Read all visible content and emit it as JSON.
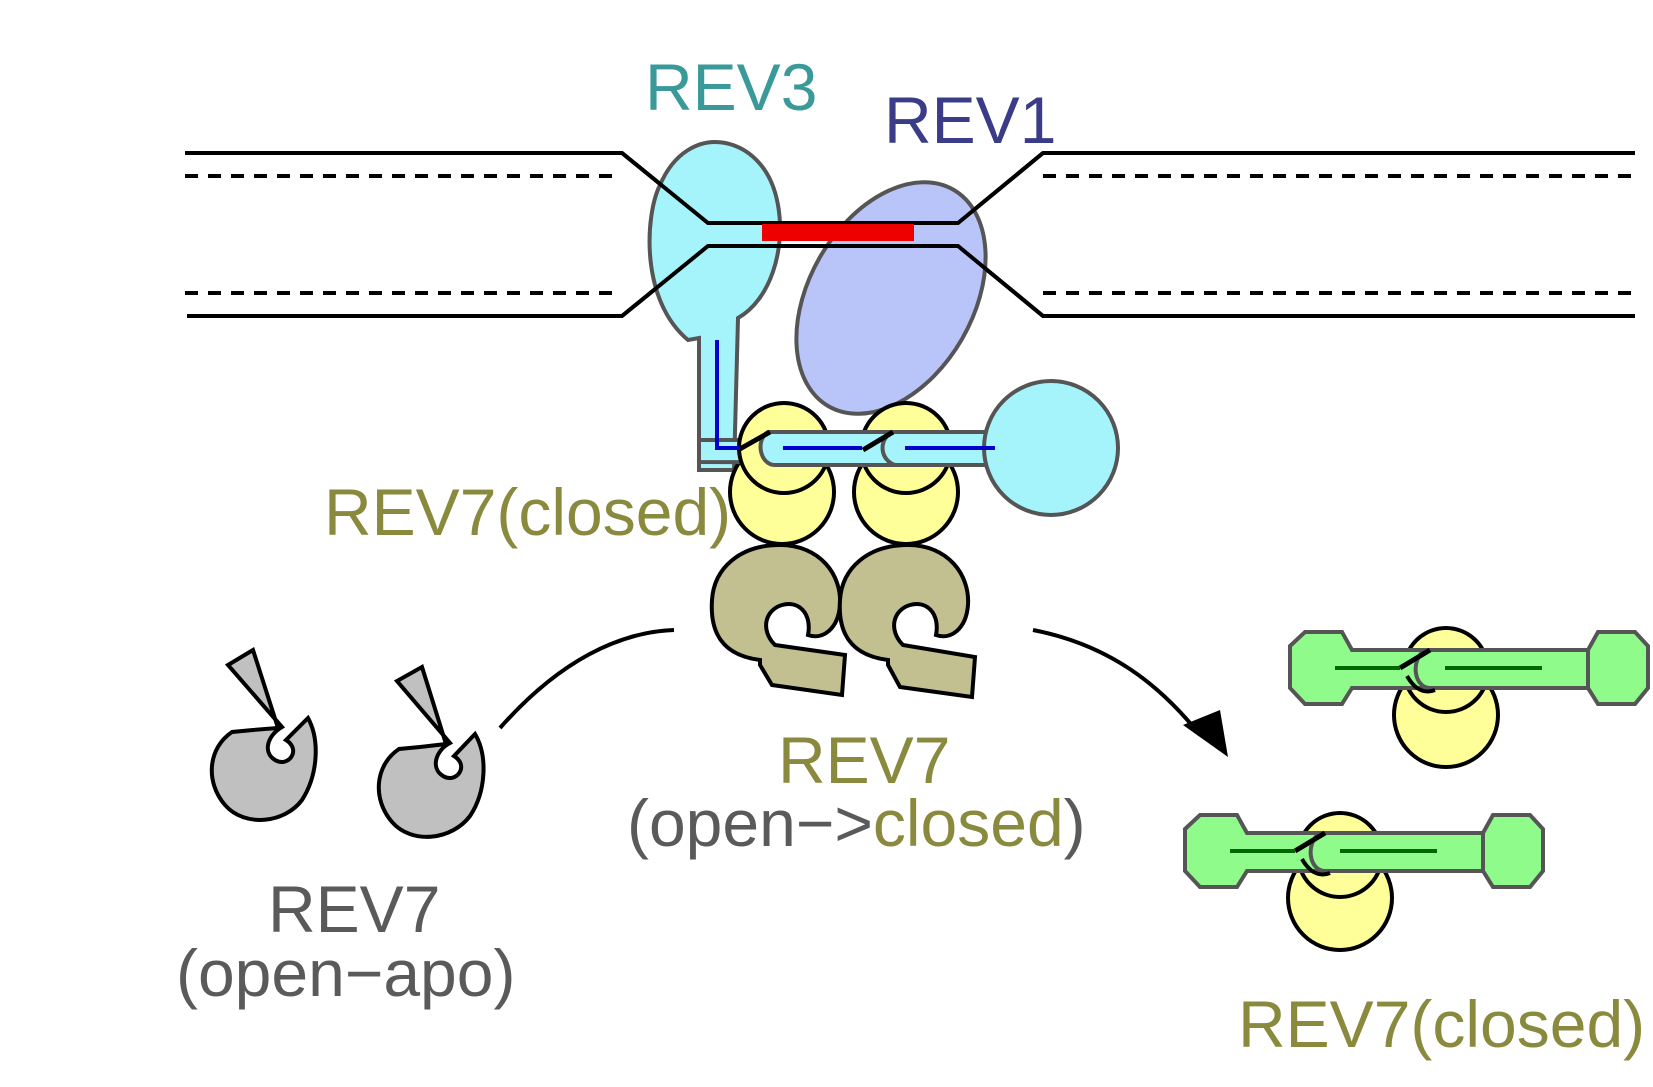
{
  "labels": {
    "rev3": "REV3",
    "rev1": "REV1",
    "rev7_closed_top": "REV7(closed)",
    "rev7_transition_line1": "REV7",
    "rev7_transition_open": "(open−>",
    "rev7_transition_closed": "closed",
    "rev7_transition_end": ")",
    "rev7_apo_line1": "REV7",
    "rev7_apo_line2": "(open−apo)",
    "rev7_closed_bottom": "REV7(closed)"
  },
  "colors": {
    "rev3": "#a6f4fb",
    "rev3_text": "#3a9a9a",
    "rev1": "#b9c5f8",
    "rev1_text": "#3a3c88",
    "rev7_closed": "#ffff99",
    "rev7_closed_text": "#8a8a3e",
    "rev7_transition": "#c2bf91",
    "rev7_apo": "#c0c0c0",
    "rev7_apo_text": "#5a5a5a",
    "partner_green": "#8ffb8a",
    "dna_lesion": "#ee0000",
    "seatbelt_strand": "#0000cc"
  }
}
